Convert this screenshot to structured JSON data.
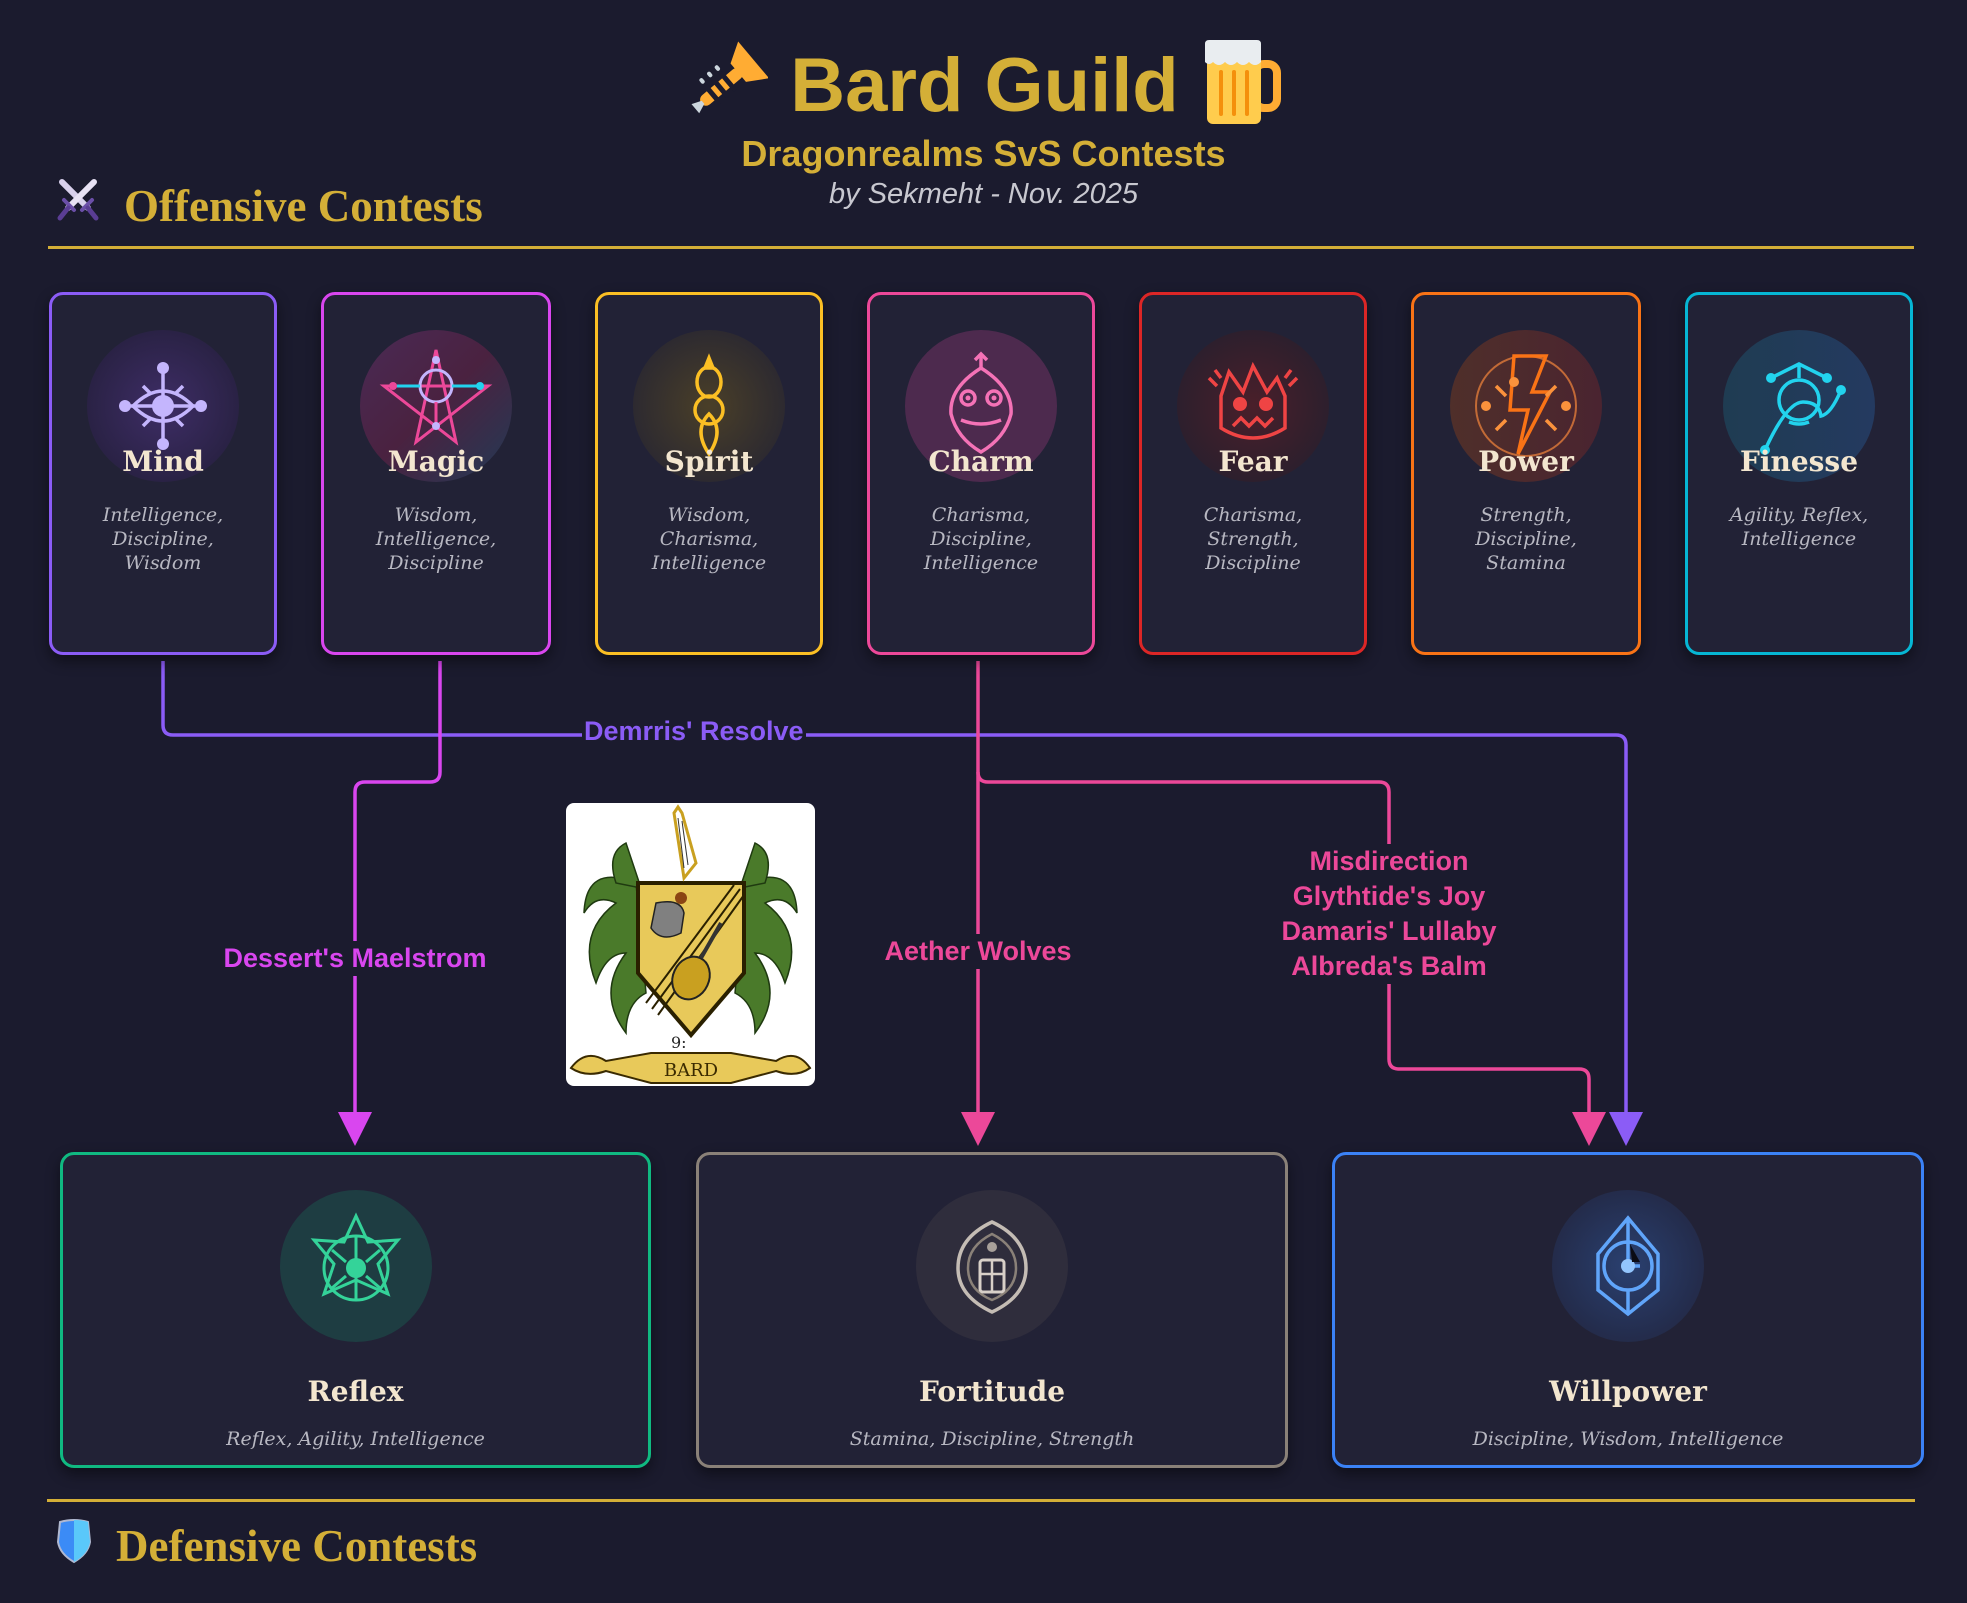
{
  "header": {
    "title": "Bard Guild",
    "title_left_icon": "trumpet-icon",
    "title_right_icon": "beer-mug-icon",
    "subtitle": "Dragonrealms SvS Contests",
    "byline": "by Sekmeht -  Nov. 2025"
  },
  "colors": {
    "background": "#1b1b2e",
    "gold": "#d4af37",
    "card_bg": "#222236",
    "mind": "#8b5cf6",
    "magic": "#d946ef",
    "spirit": "#fbbf24",
    "charm": "#ec4899",
    "fear": "#dc2626",
    "power": "#f97316",
    "finesse": "#06b6d4",
    "reflex": "#10b981",
    "fortitude": "#8a8178",
    "willpower": "#3b82f6"
  },
  "offensive": {
    "title": "Offensive Contests",
    "icon": "crossed-swords-icon",
    "cards": [
      {
        "name": "Mind",
        "stats": [
          "Intelligence,",
          "Discipline,",
          "Wisdom"
        ],
        "icon": "mind-eye-icon"
      },
      {
        "name": "Magic",
        "stats": [
          "Wisdom,",
          "Intelligence,",
          "Discipline"
        ],
        "icon": "pentagram-icon"
      },
      {
        "name": "Spirit",
        "stats": [
          "Wisdom,",
          "Charisma,",
          "Intelligence"
        ],
        "icon": "spirit-flame-icon"
      },
      {
        "name": "Charm",
        "stats": [
          "Charisma,",
          "Discipline,",
          "Intelligence"
        ],
        "icon": "smiling-face-icon"
      },
      {
        "name": "Fear",
        "stats": [
          "Charisma,",
          "Strength,",
          "Discipline"
        ],
        "icon": "scared-face-icon"
      },
      {
        "name": "Power",
        "stats": [
          "Strength,",
          "Discipline,",
          "Stamina"
        ],
        "icon": "lightning-icon"
      },
      {
        "name": "Finesse",
        "stats": [
          "Agility, Reflex,",
          "Intelligence"
        ],
        "icon": "acrobat-icon"
      }
    ]
  },
  "defensive": {
    "title": "Defensive Contests",
    "icon": "shield-icon",
    "cards": [
      {
        "name": "Reflex",
        "stats": "Reflex, Agility, Intelligence",
        "icon": "reflex-star-icon"
      },
      {
        "name": "Fortitude",
        "stats": "Stamina, Discipline, Strength",
        "icon": "fortitude-shield-icon"
      },
      {
        "name": "Willpower",
        "stats": "Discipline, Wisdom, Intelligence",
        "icon": "willpower-crystal-icon"
      }
    ]
  },
  "connections": [
    {
      "from": "Mind",
      "to": "Willpower",
      "spells": [
        "Demrris' Resolve"
      ]
    },
    {
      "from": "Magic",
      "to": "Reflex",
      "spells": [
        "Dessert's Maelstrom"
      ]
    },
    {
      "from": "Charm",
      "to": "Fortitude",
      "spells": [
        "Aether Wolves"
      ]
    },
    {
      "from": "Charm",
      "to": "Willpower",
      "spells": [
        "Misdirection",
        "Glythtide's Joy",
        "Damaris' Lullaby",
        "Albreda's Balm"
      ]
    }
  ],
  "crest": {
    "banner_text": "BARD",
    "icon": "bard-crest-icon"
  }
}
